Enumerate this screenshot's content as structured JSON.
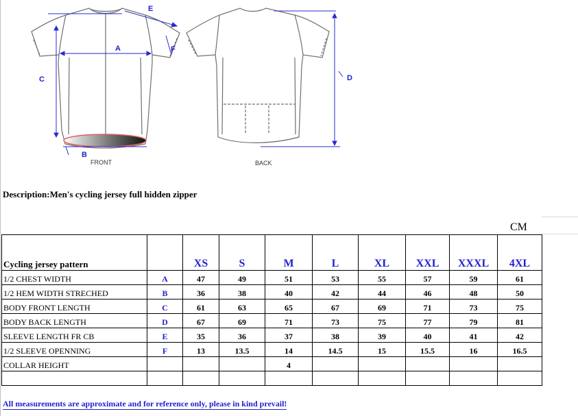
{
  "diagram": {
    "labels": {
      "a": "A",
      "b": "B",
      "c": "C",
      "d": "D",
      "e": "E",
      "f": "F"
    },
    "front_caption": "FRONT",
    "back_caption": "BACK"
  },
  "description": "Description:Men's cycling jersey full hidden zipper",
  "unit": "CM",
  "table": {
    "header_label": "Cycling jersey pattern",
    "sizes": [
      "XS",
      "S",
      "M",
      "L",
      "XL",
      "XXL",
      "XXXL",
      "4XL"
    ],
    "rows": [
      {
        "name": "1/2 CHEST WIDTH",
        "code": "A",
        "values": [
          "47",
          "49",
          "51",
          "53",
          "55",
          "57",
          "59",
          "61"
        ]
      },
      {
        "name": "1/2 HEM WIDTH STRECHED",
        "code": "B",
        "values": [
          "36",
          "38",
          "40",
          "42",
          "44",
          "46",
          "48",
          "50"
        ]
      },
      {
        "name": "BODY FRONT  LENGTH",
        "code": "C",
        "values": [
          "61",
          "63",
          "65",
          "67",
          "69",
          "71",
          "73",
          "75"
        ]
      },
      {
        "name": "BODY BACK LENGTH",
        "code": "D",
        "values": [
          "67",
          "69",
          "71",
          "73",
          "75",
          "77",
          "79",
          "81"
        ]
      },
      {
        "name": "SLEEVE LENGTH FR CB",
        "code": "E",
        "values": [
          "35",
          "36",
          "37",
          "38",
          "39",
          "40",
          "41",
          "42"
        ]
      },
      {
        "name": "1/2 SLEEVE OPENNING",
        "code": "F",
        "values": [
          "13",
          "13.5",
          "14",
          "14.5",
          "15",
          "15.5",
          "16",
          "16.5"
        ]
      },
      {
        "name": "COLLAR HEIGHT",
        "code": "",
        "values": [
          "",
          "",
          "4",
          "",
          "",
          "",
          "",
          ""
        ]
      }
    ]
  },
  "note": "All measurements are approximate and for reference only, please in kind prevail!",
  "colors": {
    "accent_blue": "#1f1fd1",
    "measure_line": "#2a2ad0",
    "outline": "#6e6e6e",
    "hem_highlight": "#e06060"
  }
}
